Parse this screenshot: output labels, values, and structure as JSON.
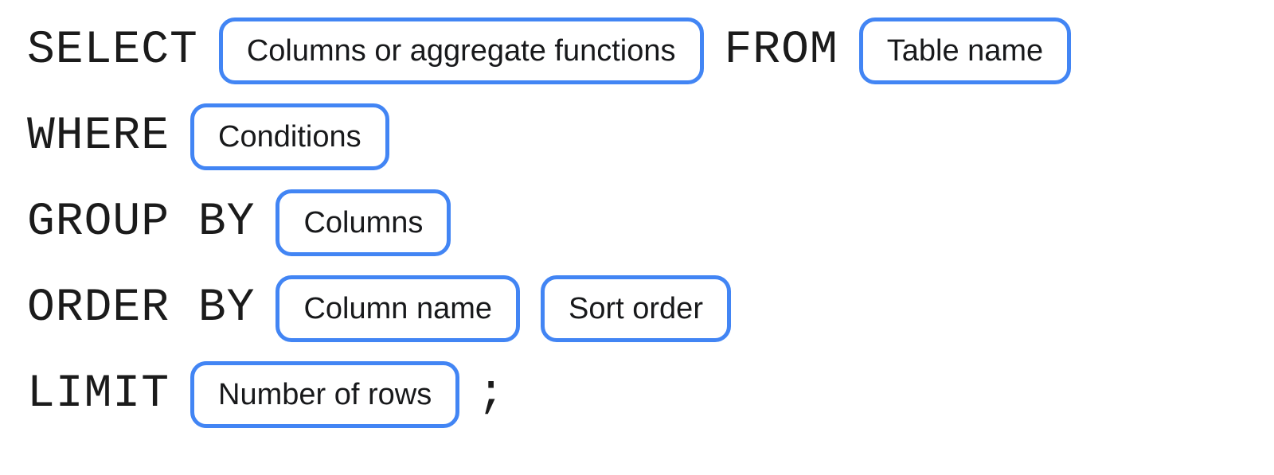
{
  "diagram": {
    "type": "sql-query-syntax-diagram",
    "colors": {
      "box_border": "#4285F4",
      "keyword_text": "#1b1b1b",
      "box_text": "#18191b",
      "background": "#ffffff"
    },
    "lines": {
      "select": {
        "keyword": "SELECT",
        "box1": "Columns or aggregate functions",
        "keyword2": "FROM",
        "box2": "Table name"
      },
      "where": {
        "keyword": "WHERE",
        "box1": "Conditions"
      },
      "group_by": {
        "keyword": "GROUP BY",
        "box1": "Columns"
      },
      "order_by": {
        "keyword": "ORDER BY",
        "box1": "Column name",
        "box2": "Sort order"
      },
      "limit": {
        "keyword": "LIMIT",
        "box1": "Number of rows",
        "terminator": ";"
      }
    }
  }
}
